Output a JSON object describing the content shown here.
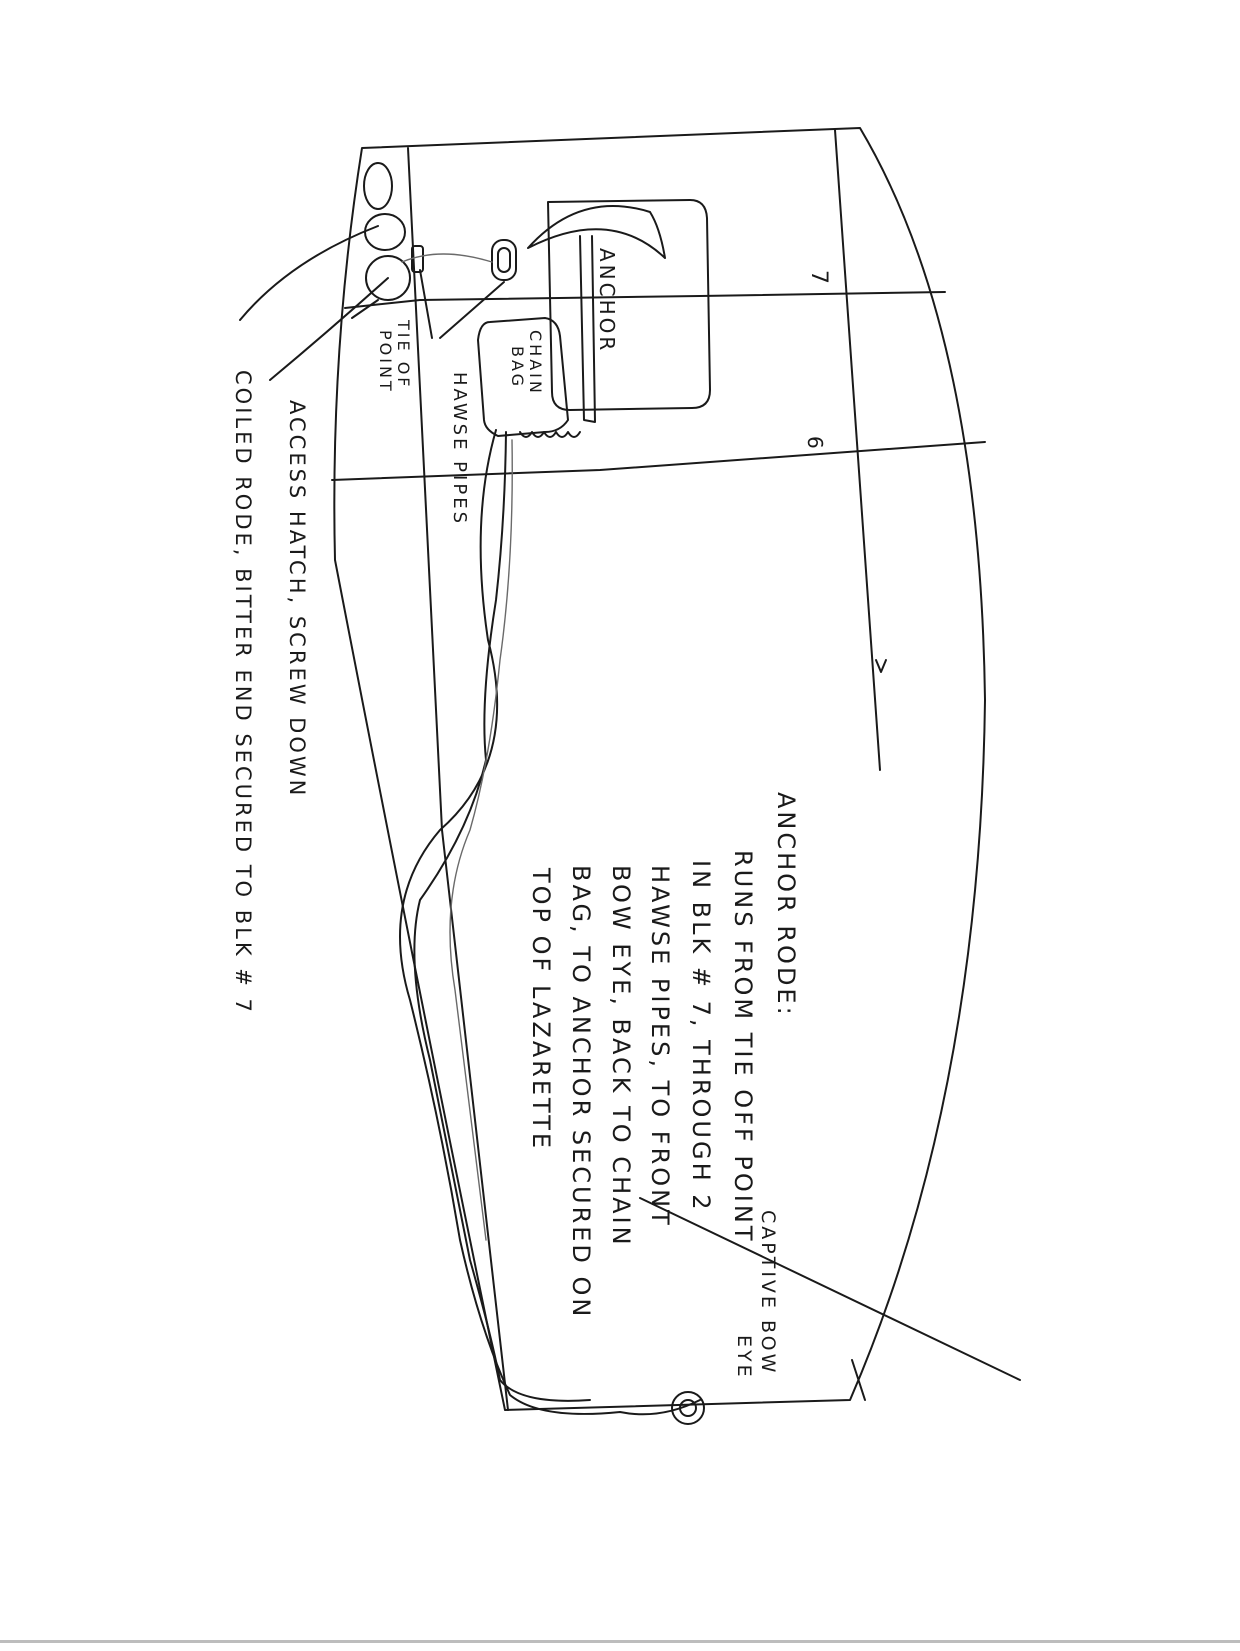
{
  "labels": {
    "anchor": "ANCHOR",
    "chain_bag": [
      "CHAIN",
      "BAG"
    ],
    "tie_off": [
      "TIE OF",
      "POINT"
    ],
    "hawse_pipes": "HAWSE PIPES",
    "access_hatch": "ACCESS HATCH, SCREW DOWN",
    "coiled_rode": "COILED RODE, BITTER END SECURED TO BLK # 7",
    "captive_bow_eye": [
      "CAPTIVE BOW",
      "EYE"
    ],
    "bulkhead_7": "7",
    "bulkhead_6": "6"
  },
  "note": {
    "heading": "ANCHOR RODE:",
    "lines": [
      "RUNS FROM TIE OFF POINT",
      "IN BLK # 7, THROUGH 2",
      "HAWSE PIPES, TO FRONT",
      "BOW EYE, BACK TO CHAIN",
      "BAG, TO ANCHOR SECURED ON",
      "TOP OF LAZARETTE"
    ]
  }
}
